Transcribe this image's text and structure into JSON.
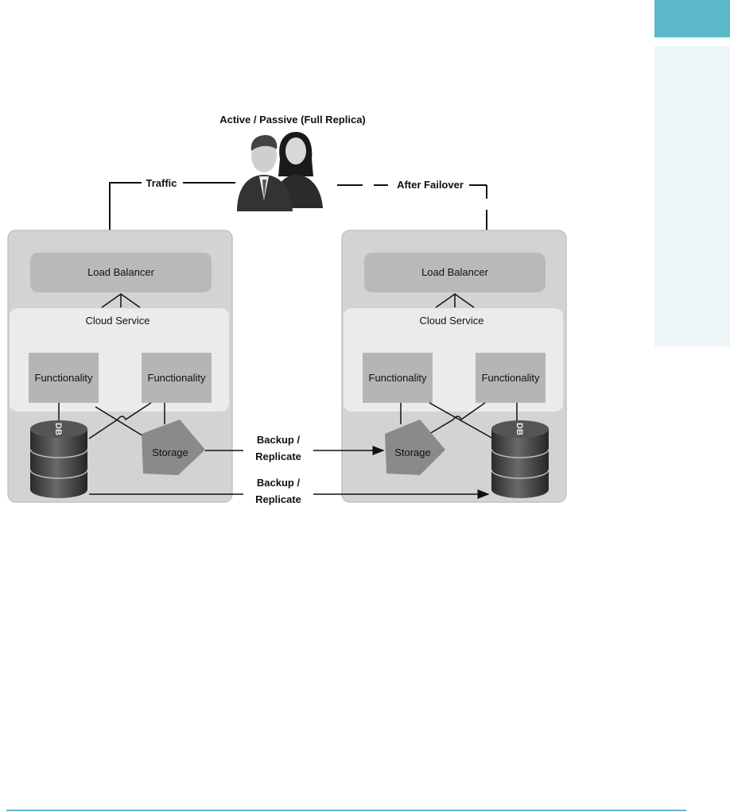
{
  "title": "Active / Passive (Full Replica)",
  "traffic_label": "Traffic",
  "after_failover_label": "After Failover",
  "backup_line1": "Backup /",
  "backup_line2": "Replicate",
  "sites": [
    {
      "load_balancer": "Load Balancer",
      "cloud_service": "Cloud Service",
      "functionality_left": "Functionality",
      "functionality_right": "Functionality",
      "storage": "Storage",
      "db": "DB"
    },
    {
      "load_balancer": "Load Balancer",
      "cloud_service": "Cloud Service",
      "functionality_left": "Functionality",
      "functionality_right": "Functionality",
      "storage": "Storage",
      "db": "DB"
    }
  ]
}
